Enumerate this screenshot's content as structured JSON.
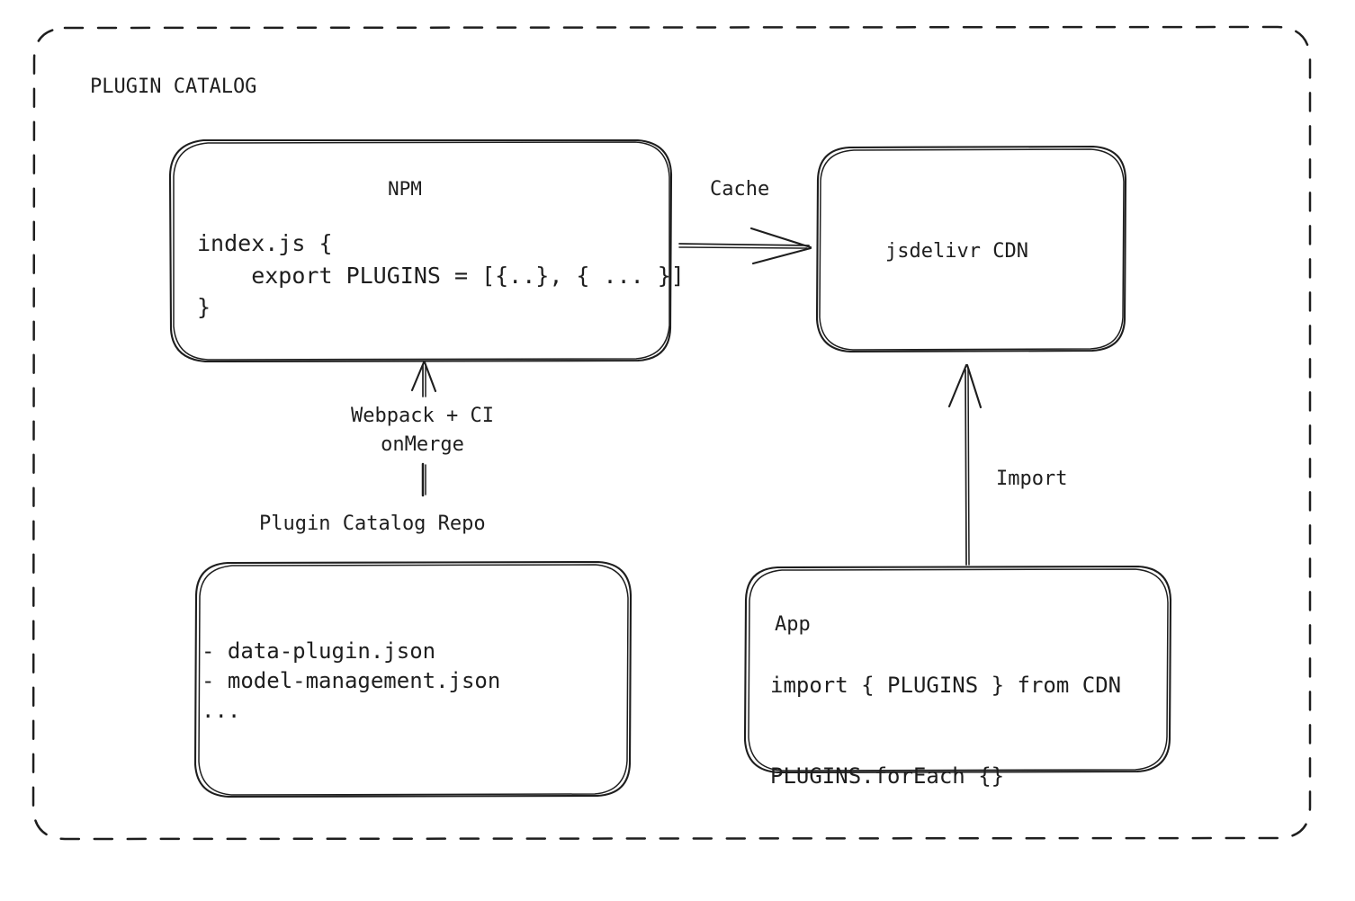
{
  "diagram": {
    "title": "PLUGIN CATALOG",
    "style": "hand-drawn",
    "background": "#ffffff",
    "stroke_color": "#1e1e1e",
    "text_color": "#1e1e1e",
    "container": {
      "label": "PLUGIN CATALOG",
      "border_style": "dashed",
      "shape": "rounded-rectangle"
    },
    "nodes": {
      "npm": {
        "title": "NPM",
        "code": "index.js {\n    export PLUGINS = [{..}, { ... }]\n}"
      },
      "cdn": {
        "title": "jsdelivr CDN"
      },
      "repo": {
        "caption": "Plugin Catalog Repo",
        "files": "- data-plugin.json\n- model-management.json\n..."
      },
      "app": {
        "title": "App",
        "code": "import { PLUGINS } from CDN\n\nPLUGINS.forEach {}"
      }
    },
    "edges": {
      "cache": {
        "label": "Cache",
        "from": "npm",
        "to": "cdn",
        "direction": "right"
      },
      "build": {
        "label": "Webpack + CI\nonMerge",
        "from": "repo",
        "to": "npm",
        "direction": "up"
      },
      "import": {
        "label": "Import",
        "from": "app",
        "to": "cdn",
        "direction": "up"
      }
    }
  }
}
